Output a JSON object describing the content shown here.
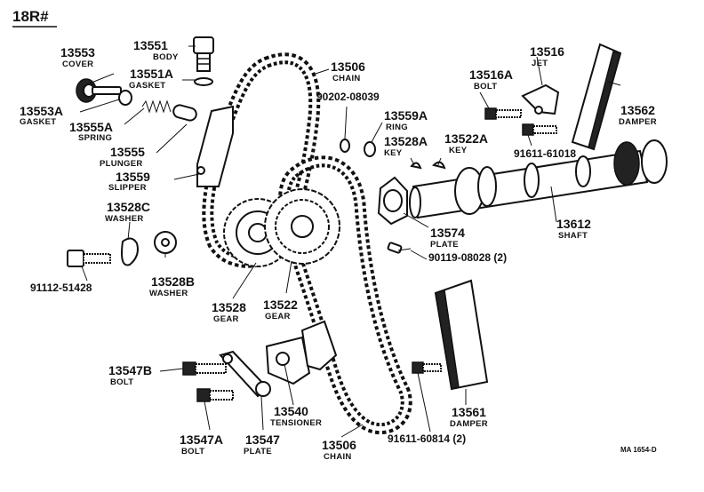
{
  "header": {
    "model": "18R#"
  },
  "footer": {
    "drawing_code": "MA 1654-D"
  },
  "callouts": {
    "c13553": {
      "number": "13553",
      "name": "COVER"
    },
    "c13551": {
      "number": "13551",
      "name": "BODY"
    },
    "c13551A": {
      "number": "13551A",
      "name": "GASKET"
    },
    "c13506_top": {
      "number": "13506",
      "name": "CHAIN"
    },
    "c90202": {
      "number": "90202-08039"
    },
    "c13553A": {
      "number": "13553A",
      "name": "GASKET"
    },
    "c13555A": {
      "number": "13555A",
      "name": "SPRING"
    },
    "c13555": {
      "number": "13555",
      "name": "PLUNGER"
    },
    "c13559": {
      "number": "13559",
      "name": "SLIPPER"
    },
    "c13559A": {
      "number": "13559A",
      "name": "RING"
    },
    "c13528A": {
      "number": "13528A",
      "name": "KEY"
    },
    "c13522A": {
      "number": "13522A",
      "name": "KEY"
    },
    "c13516A": {
      "number": "13516A",
      "name": "BOLT"
    },
    "c13516": {
      "number": "13516",
      "name": "JET"
    },
    "c13562": {
      "number": "13562",
      "name": "DAMPER"
    },
    "c91611_61018": {
      "number": "91611-61018"
    },
    "c13528C": {
      "number": "13528C",
      "name": "WASHER"
    },
    "c13528B": {
      "number": "13528B",
      "name": "WASHER"
    },
    "c91112": {
      "number": "91112-51428"
    },
    "c13574": {
      "number": "13574",
      "name": "PLATE"
    },
    "c90119": {
      "number": "90119-08028 (2)"
    },
    "c13612": {
      "number": "13612",
      "name": "SHAFT"
    },
    "c13528": {
      "number": "13528",
      "name": "GEAR"
    },
    "c13522": {
      "number": "13522",
      "name": "GEAR"
    },
    "c13547B": {
      "number": "13547B",
      "name": "BOLT"
    },
    "c13540": {
      "number": "13540",
      "name": "TENSIONER"
    },
    "c13561": {
      "number": "13561",
      "name": "DAMPER"
    },
    "c13547A": {
      "number": "13547A",
      "name": "BOLT"
    },
    "c13547": {
      "number": "13547",
      "name": "PLATE"
    },
    "c13506_bot": {
      "number": "13506",
      "name": "CHAIN"
    },
    "c91611_60814": {
      "number": "91611-60814 (2)"
    }
  }
}
